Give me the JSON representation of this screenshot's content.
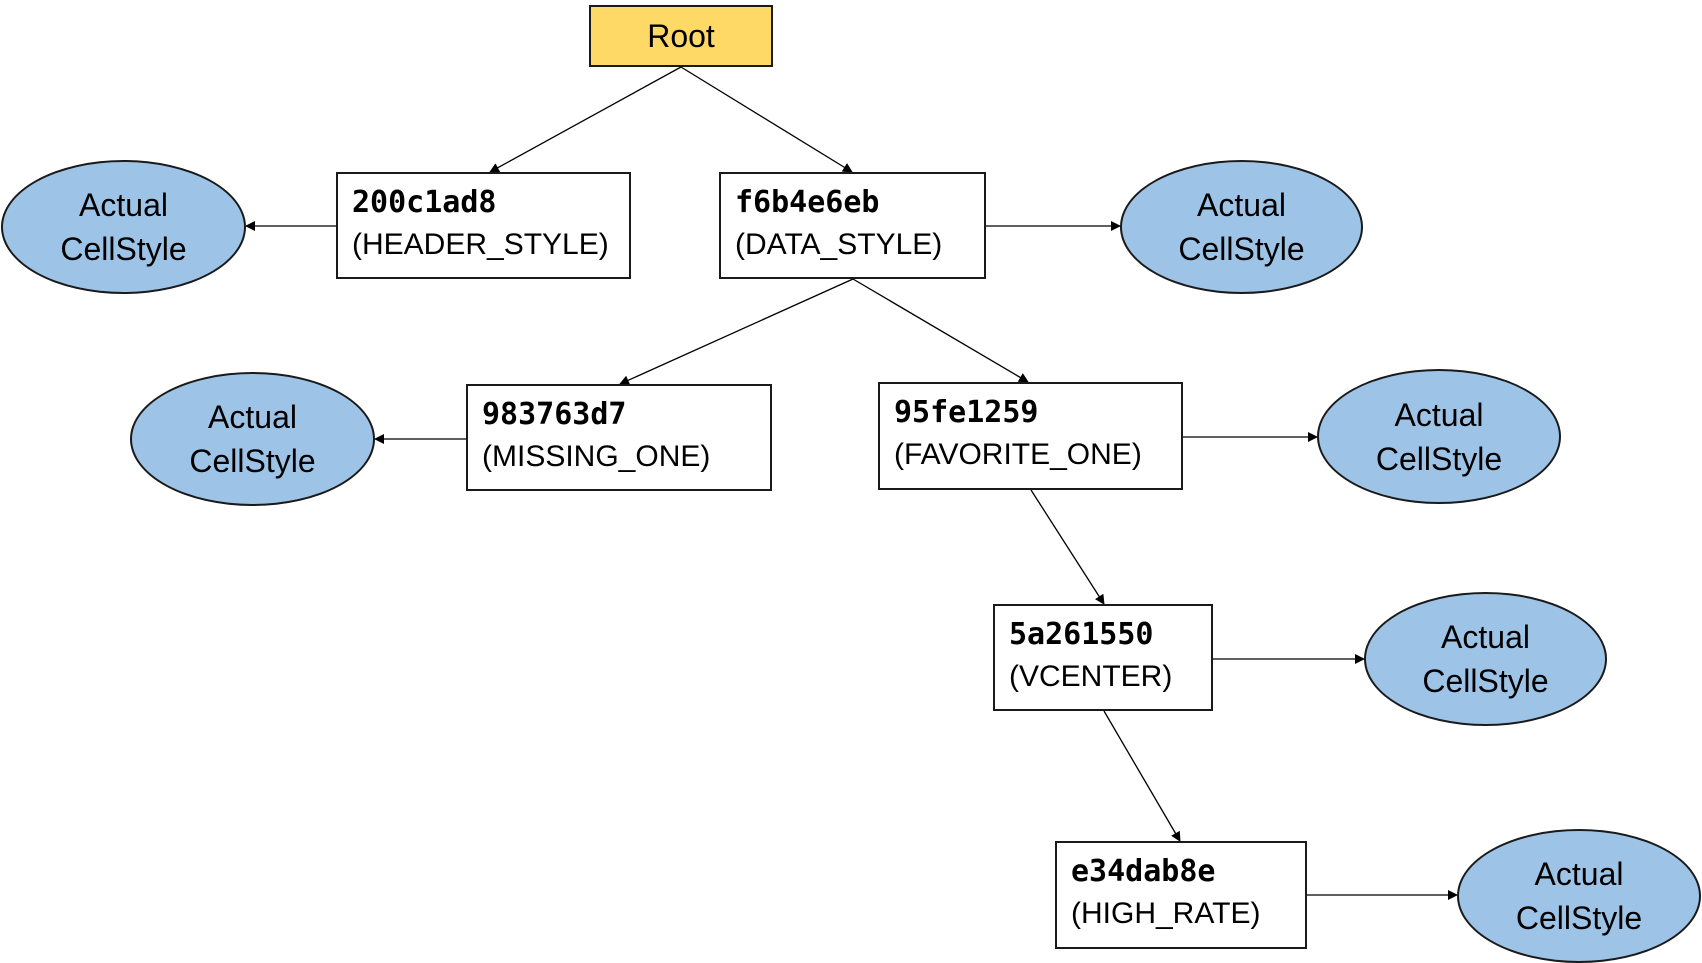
{
  "root": {
    "label": "Root"
  },
  "style_label": {
    "line1": "Actual",
    "line2": "CellStyle"
  },
  "nodes": [
    {
      "id": "200c1ad8",
      "name": "(HEADER_STYLE)"
    },
    {
      "id": "f6b4e6eb",
      "name": "(DATA_STYLE)"
    },
    {
      "id": "983763d7",
      "name": "(MISSING_ONE)"
    },
    {
      "id": "95fe1259",
      "name": "(FAVORITE_ONE)"
    },
    {
      "id": "5a261550",
      "name": "(VCENTER)"
    },
    {
      "id": "e34dab8e",
      "name": "(HIGH_RATE)"
    }
  ],
  "colors": {
    "root_fill": "#ffd966",
    "ellipse_fill": "#9dc3e6",
    "stroke": "#1a1a1a"
  }
}
